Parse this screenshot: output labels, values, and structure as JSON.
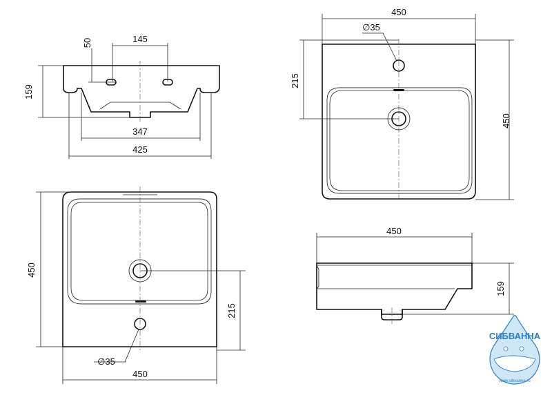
{
  "front_view": {
    "dim_top_spacing": "145",
    "dim_hole_offset": "50",
    "dim_height": "159",
    "dim_inner_width": "347",
    "dim_total_width": "425"
  },
  "top_view_upper": {
    "dim_width": "450",
    "dim_hole_diameter": "∅35",
    "dim_hole_to_drain": "215",
    "dim_depth": "450"
  },
  "top_view_lower": {
    "dim_depth": "450",
    "dim_drain_to_hole": "215",
    "dim_hole_diameter": "∅35",
    "dim_width": "450"
  },
  "side_view": {
    "dim_width": "450",
    "dim_height": "159"
  },
  "logo": {
    "brand": "СИБВАННА",
    "url": "www.sibvanna.ru",
    "colors": {
      "primary": "#2a7fc8",
      "light": "#cfe6f7"
    }
  }
}
